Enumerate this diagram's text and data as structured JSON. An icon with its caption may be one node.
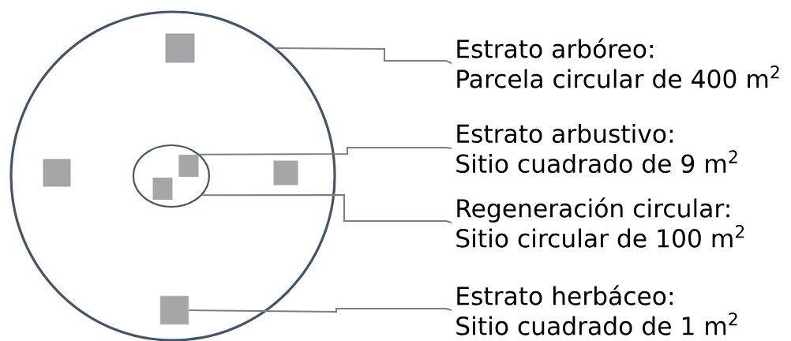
{
  "diagram": {
    "nodes": [
      {
        "text": [],
        "shape": "circle"
      },
      {
        "text": [],
        "shape": "box",
        "in": 0
      },
      {
        "text": [],
        "shape": "box",
        "in": 0
      },
      {
        "text": [],
        "shape": "circle",
        "in": 0
      },
      {
        "text": [],
        "shape": "box",
        "in": 3
      },
      {
        "text": [],
        "shape": "box",
        "in": 3
      },
      {
        "text": [],
        "shape": "box",
        "in": 0
      },
      {
        "text": [],
        "shape": "box",
        "in": 0
      },
      {
        "text": [
          "Estrato arbóreo:",
          "Parcela circular de 400 m$^{2}$"
        ]
      },
      {
        "text": [
          "Estrato arbustivo:",
          "Sitio cuadrado de 9 m$^{2}$"
        ]
      },
      {
        "text": [
          "Regeneración circular:",
          "Sitio circular de 100 m$^{2}$"
        ]
      },
      {
        "text": [
          "Estrato herbáceo:",
          "Sitio cuadrado de 1 m$^{2}$"
        ]
      }
    ],
    "edges": [
      {
        "from": 8,
        "to": 0,
        "arrow": "none"
      },
      {
        "from": 9,
        "to": 4,
        "arrow": "none"
      },
      {
        "from": 10,
        "to": 3,
        "arrow": "none"
      },
      {
        "from": 11,
        "to": 7,
        "arrow": "none"
      }
    ]
  }
}
